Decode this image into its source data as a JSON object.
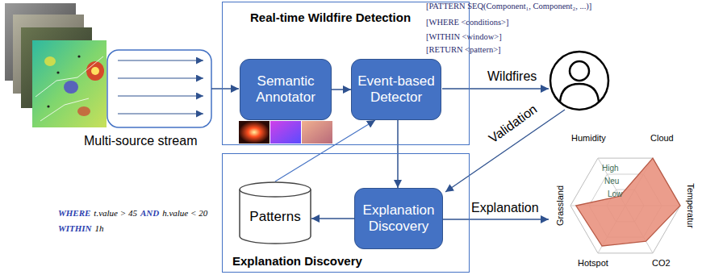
{
  "diagram": {
    "nodes": [
      {
        "text": [
          "Real-time Wildfire Detection"
        ]
      },
      {
        "text": [
          "Semantic Annotator"
        ],
        "in": 0
      },
      {
        "text": [
          "Event-based Detector"
        ],
        "in": 0
      },
      {
        "text": [
          "Explanation Discovery"
        ]
      },
      {
        "text": [
          "Patterns"
        ],
        "in": 3
      },
      {
        "text": [
          "Explanation Discovery"
        ],
        "in": 3
      }
    ],
    "edges": [
      {
        "from": 1,
        "to": 2,
        "arrow": "to"
      },
      {
        "from": 2,
        "to": 5,
        "arrow": "to"
      },
      {
        "from": 5,
        "to": 4,
        "arrow": "to"
      },
      {
        "from": 4,
        "to": 2,
        "arrow": "to"
      }
    ],
    "labels": [
      "[PATTERN SEQ(Component₁, Component₂, ...)]",
      "[WHERE <conditions>]",
      "[WITHIN <window>]",
      "[RETURN <pattern>]",
      "Multi-source stream",
      "Wildfires",
      "Validation",
      "Explanation",
      "WHERE",
      "t.value > 45",
      "AND",
      "h.value < 20",
      "WITHIN",
      "1h",
      "Humidity",
      "Cloud",
      "Temperatur",
      "CO2",
      "Hotspot",
      "Grassland",
      "High",
      "Neu",
      "Low"
    ]
  }
}
